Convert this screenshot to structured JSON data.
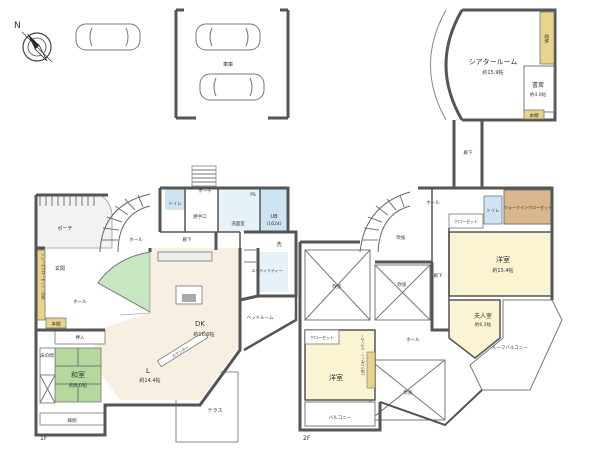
{
  "compass": {
    "north_label": "N"
  },
  "floor1": {
    "floor_label": "1F",
    "rooms": {
      "garage": "車庫",
      "porch_top": "ポーチ",
      "toilet": "トイレ",
      "pantry": "勝手口",
      "washroom": "洗面室",
      "unit_bath": "UB",
      "unit_bath_size": "(1624)",
      "ps": "PS",
      "corridor": "廊下",
      "wash": "洗",
      "utility": "ユーティリティー",
      "porch": "ポーチ",
      "hall_top": "ホール",
      "entrance": "玄関",
      "shoe_closet": "シューズクローゼット・収納",
      "hall": "ホール",
      "bookshelf": "本棚",
      "dk": "DK",
      "dk_size": "約16.0帖",
      "bed_room": "ベッドルーム",
      "counter": "カウンター",
      "living": "L",
      "living_size": "約14.4帖",
      "tatami": "和室",
      "tatami_size": "約8.0帖",
      "alcove": "床の間",
      "oshiire": "押入",
      "engawa": "縁側",
      "terrace": "テラス"
    }
  },
  "floor2": {
    "floor_label": "2F",
    "rooms": {
      "theater": "シアタールーム",
      "theater_size": "約15.9帖",
      "storage": "収納",
      "study": "書斎",
      "study_size": "約4.0帖",
      "bookshelf": "本棚",
      "corridor_top": "廊下",
      "hall_top": "ホール",
      "walkin": "ウォークインクローゼット",
      "closet_a": "クローゼット",
      "toilet": "トイレ",
      "void_a": "吹抜",
      "void_b": "吹抜",
      "void_c": "吹抜",
      "void_d": "吹抜",
      "corridor": "廊下",
      "western_big": "洋室",
      "western_big_size": "約15.4帖",
      "wife_room": "夫人室",
      "wife_room_size": "約6.2帖",
      "closet_b": "クローゼット",
      "hall": "ホール",
      "roof_balcony": "ルーフバルコニー",
      "western": "洋室",
      "counter_label": "上部クロゼット・カウンター",
      "balcony": "バルコニー"
    }
  }
}
